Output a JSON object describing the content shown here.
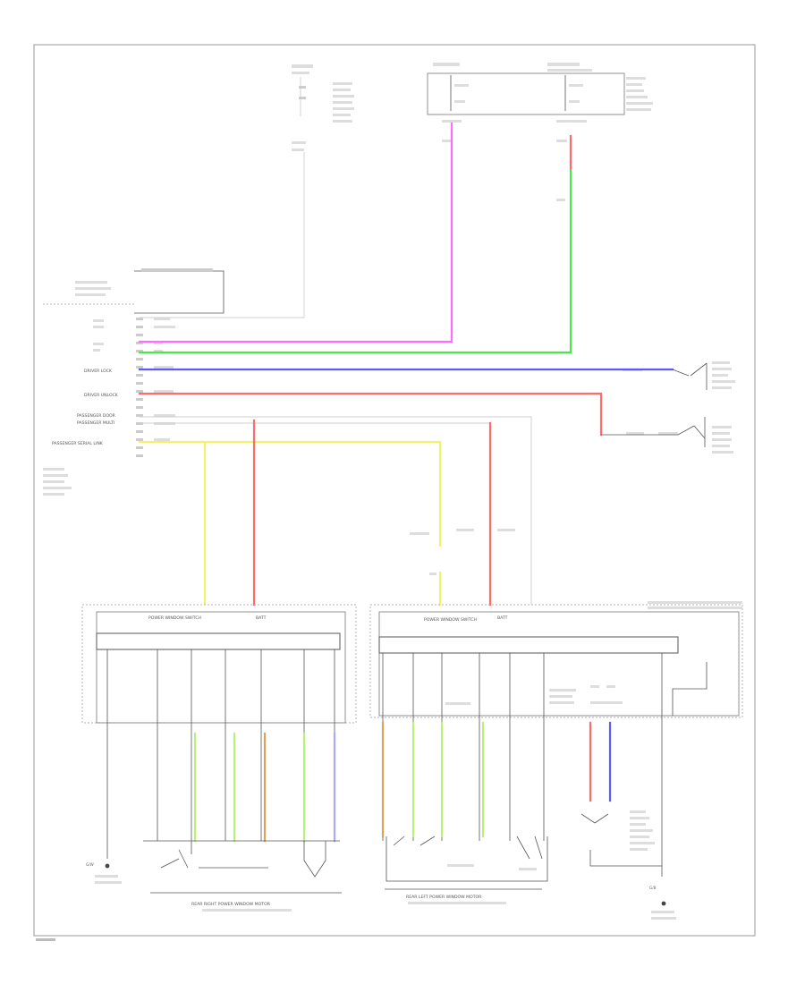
{
  "colors": {
    "pink": "#ff6cff",
    "green": "#48e848",
    "blue": "#5a5aff",
    "red": "#ff6a6a",
    "yellow": "#f2f26a",
    "lightgreen": "#b8f07a",
    "orange": "#d8a45a",
    "lavender": "#a8a8ff"
  },
  "labels": {
    "driver_lock": "DRIVER LOCK",
    "driver_unlock": "DRIVER UNLOCK",
    "passenger_door": "PASSENGER DOOR",
    "passenger_multi": "PASSENGER MULTI",
    "passenger_serial_link": "PASSENGER SERIAL LINK",
    "power_window_switch": "POWER WINDOW SWITCH",
    "batt": "BATT",
    "batt_2": "BATT",
    "rear_right_caption": "REAR RIGHT POWER WINDOW MOTOR",
    "rear_left_caption": "REAR LEFT POWER WINDOW MOTOR",
    "ground_left": "G/W",
    "ground_right": "G/B"
  }
}
